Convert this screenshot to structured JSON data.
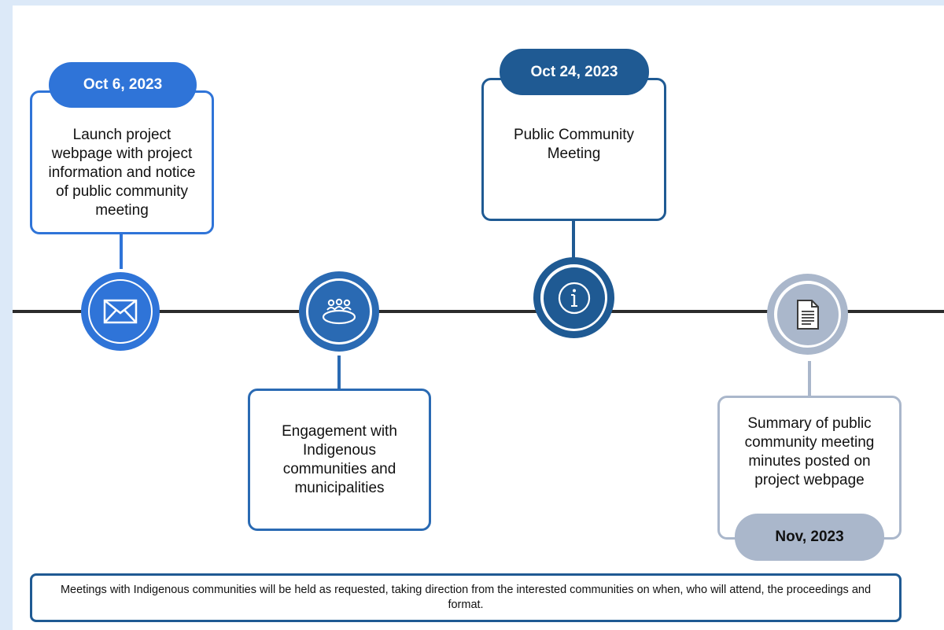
{
  "colors": {
    "bright_blue": "#2f74d8",
    "medium_blue": "#2a6ab3",
    "dark_blue": "#1f5a93",
    "grey_blue": "#aab7cb",
    "timeline": "#2b2b2b"
  },
  "events": [
    {
      "date": "Oct 6, 2023",
      "description": "Launch project webpage with project information and notice of public community meeting",
      "icon": "envelope-icon"
    },
    {
      "date": "",
      "description": "Engagement with Indigenous communities and municipalities",
      "icon": "meeting-table-icon"
    },
    {
      "date": "Oct 24, 2023",
      "description": "Public Community Meeting",
      "icon": "info-icon"
    },
    {
      "date": "Nov, 2023",
      "description": "Summary of public community meeting minutes posted on project webpage",
      "icon": "document-icon"
    }
  ],
  "footer_note": "Meetings with Indigenous communities will be held as requested, taking direction from the interested communities on when, who will attend, the proceedings and format."
}
